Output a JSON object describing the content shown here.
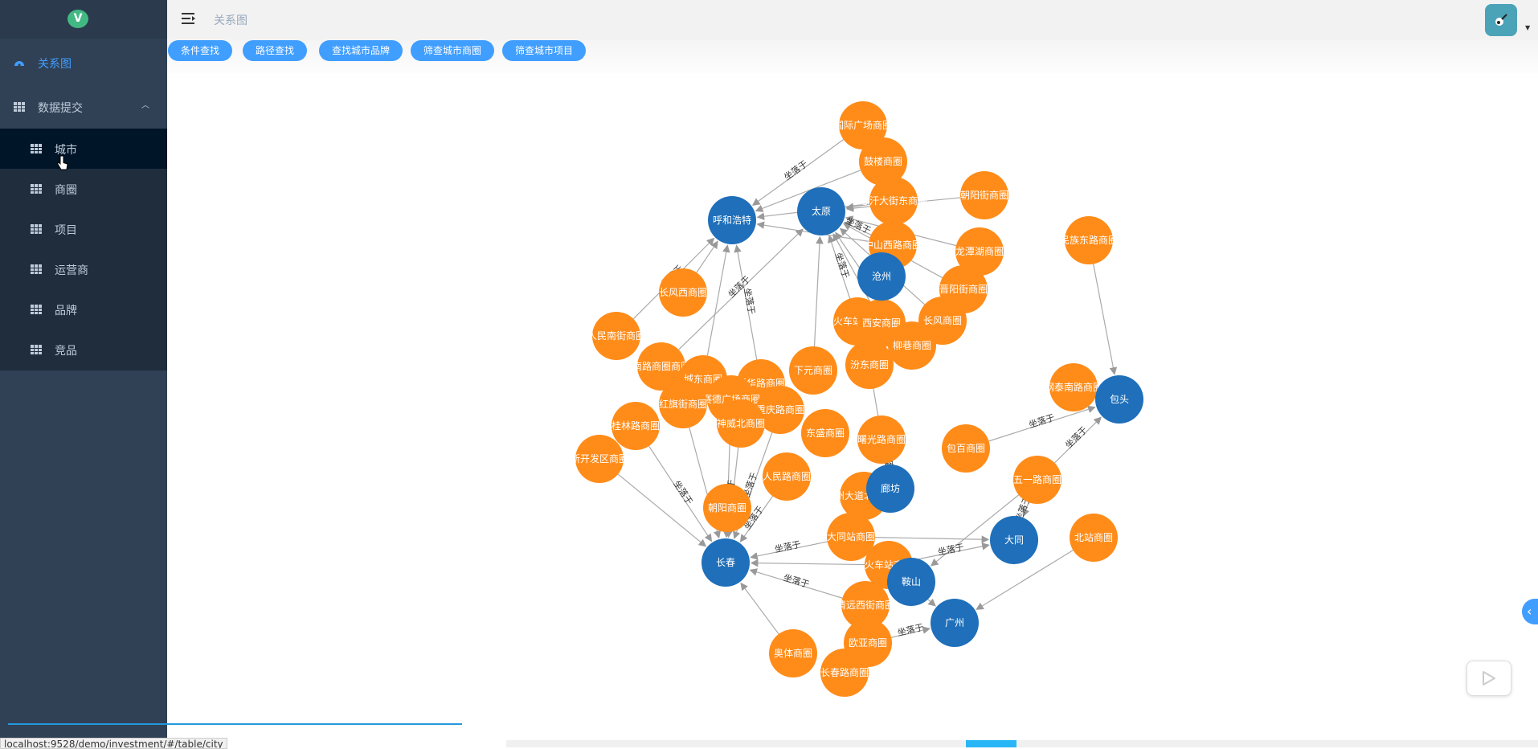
{
  "sidebar": {
    "logo": "V",
    "items": [
      {
        "label": "关系图"
      },
      {
        "label": "数据提交"
      },
      {
        "label": "城市"
      },
      {
        "label": "商圈"
      },
      {
        "label": "项目"
      },
      {
        "label": "运营商"
      },
      {
        "label": "品牌"
      },
      {
        "label": "竞品"
      }
    ]
  },
  "header": {
    "breadcrumb": "关系图",
    "menu_icon": "hamburger-icon",
    "avatar_icon": "avatar-icon"
  },
  "toolbar": {
    "buttons": [
      "条件查找",
      "路径查找",
      "查找城市品牌",
      "筛查城市商圈",
      "筛查城市项目"
    ]
  },
  "graph": {
    "edge_label": "坐落于",
    "colors": {
      "city": "#1f6fba",
      "district": "#ff8c19",
      "edge": "#aaaaaa"
    },
    "city_nodes": [
      "呼和浩特",
      "太原",
      "沧州",
      "包头",
      "廊坊",
      "大同",
      "长春",
      "鞍山",
      "广州"
    ],
    "district_nodes": [
      "国际广场商圈",
      "鼓楼商圈",
      "朝阳街商圈",
      "思汗大街东商圈",
      "中山西路商圈",
      "龙潭湖商圈",
      "民族东路商圈",
      "晋阳街商圈",
      "长风西商圈",
      "长风商圈",
      "火车站商圈",
      "西安商圈",
      "柳巷商圈",
      "人民南街商圈",
      "南路商圈商圈",
      "城东商圈",
      "新华路商圈",
      "下元商圈",
      "汾东商圈",
      "赛德广场商圈",
      "重庆路商圈",
      "红旗街商圈",
      "神威北商圈",
      "东盛商圈",
      "曙光路商圈",
      "桂林路商圈",
      "新开发区商圈",
      "人民路商圈",
      "朝阳商圈",
      "州大道北商圈",
      "大同站商圈",
      "火车站商圈",
      "五一路商圈",
      "包百商圈",
      "北站商圈",
      "钢泰南路商圈",
      "清远西街商圈",
      "欧亚商圈",
      "奥体商圈",
      "长春路商圈"
    ]
  },
  "status": {
    "url": "localhost:9528/demo/investment/#/table/city"
  }
}
